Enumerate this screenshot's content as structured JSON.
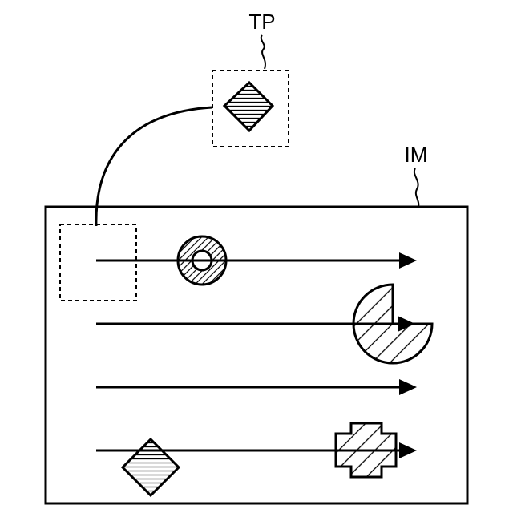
{
  "labels": {
    "template": "TP",
    "image": "IM"
  },
  "colors": {
    "stroke": "#000000",
    "background": "#ffffff"
  },
  "icons": {
    "shapes": [
      "ring",
      "pacman-sector",
      "diamond",
      "cross"
    ]
  }
}
